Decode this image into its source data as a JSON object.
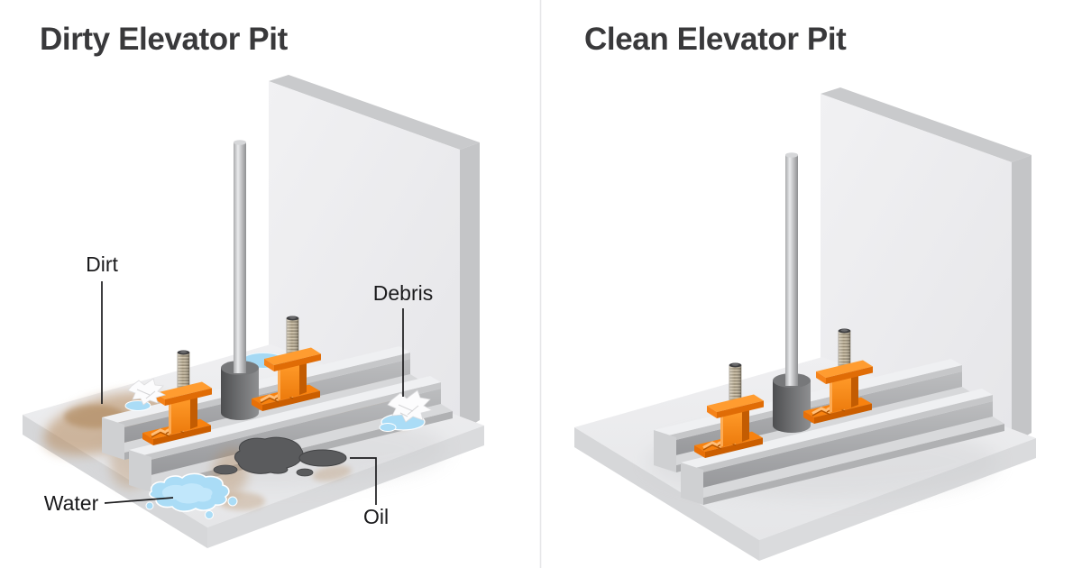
{
  "panels": {
    "dirty": {
      "title": "Dirty Elevator Pit",
      "labels": {
        "dirt": "Dirt",
        "debris": "Debris",
        "water": "Water",
        "oil": "Oil"
      }
    },
    "clean": {
      "title": "Clean Elevator Pit"
    }
  },
  "colors": {
    "background": "#ffffff",
    "title_text": "#39393b",
    "label_text": "#1a1a1c",
    "callout_line": "#1c1c1e",
    "divider": "#e6e6e8",
    "wall_gray": "#ededef",
    "floor_gray": "#ebecee",
    "rail_gray": "#c6c7c9",
    "bracket_orange": "#f6821f",
    "bolt_thread_tan": "#c9bda6",
    "pole_gray": "#d9dadc",
    "cylinder_dark_gray": "#5c5d5f",
    "dirt_brown": "#b5895c",
    "water_blue": "#aadcf6",
    "oil_gray": "#5a5b5d",
    "debris_white": "#fcfcfd"
  }
}
